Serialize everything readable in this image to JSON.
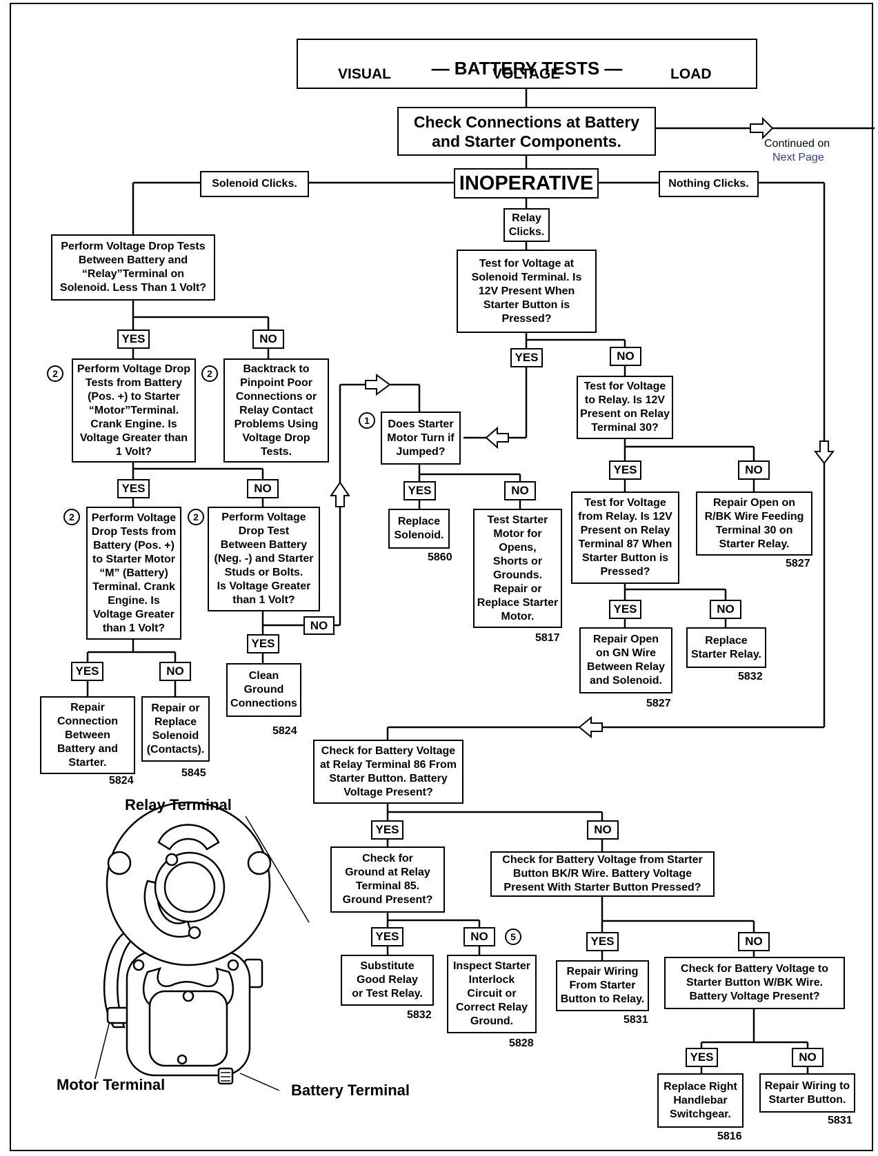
{
  "header": {
    "title": "— BATTERY TESTS —",
    "items": [
      "VISUAL",
      "VOLTAGE",
      "LOAD"
    ]
  },
  "check_connections": "Check Connections at Battery\nand Starter Components.",
  "continued": {
    "line1": "Continued on",
    "line2": "Next Page"
  },
  "inoperative": "INOPERATIVE",
  "solenoid_clicks": "Solenoid Clicks.",
  "nothing_clicks": "Nothing Clicks.",
  "relay_clicks": "Relay\nClicks.",
  "yes": "YES",
  "no": "NO",
  "step_numbers": {
    "one": "1",
    "two": "2",
    "five": "5"
  },
  "nodes": {
    "vd_relay_terminal": "Perform Voltage Drop Tests\nBetween Battery and\n“Relay”Terminal on\nSolenoid. Less Than 1 Volt?",
    "vd_motor_terminal": "Perform Voltage Drop\nTests from Battery\n(Pos. +) to Starter\n“Motor”Terminal.\nCrank Engine. Is\nVoltage Greater than\n1 Volt?",
    "backtrack": "Backtrack to\nPinpoint Poor\nConnections or\nRelay Contact\nProblems Using\nVoltage Drop\nTests.",
    "vd_m_terminal": "Perform Voltage\nDrop Tests from\nBattery (Pos. +)\nto Starter Motor\n“M” (Battery)\nTerminal. Crank\nEngine. Is\nVoltage Greater\nthan 1 Volt?",
    "vd_ground": "Perform Voltage\nDrop Test\nBetween Battery\n(Neg. -) and Starter\nStuds or Bolts.\nIs Voltage Greater\nthan 1 Volt?",
    "repair_connection": "Repair\nConnection\nBetween\nBattery and\nStarter.",
    "repair_solenoid": "Repair or\nReplace\nSolenoid\n(Contacts).",
    "clean_ground": "Clean\nGround\nConnections",
    "test_solenoid_terminal": "Test for Voltage at\nSolenoid Terminal. Is\n12V Present When\nStarter Button is\nPressed?",
    "starter_jumped": "Does Starter\nMotor Turn if\nJumped?",
    "replace_solenoid": "Replace\nSolenoid.",
    "test_starter_motor": "Test Starter\nMotor for\nOpens,\nShorts or\nGrounds.\nRepair or\nReplace Starter\nMotor.",
    "test_relay_30": "Test for Voltage\nto Relay. Is 12V\nPresent on Relay\nTerminal 30?",
    "test_relay_87": "Test for Voltage\nfrom Relay. Is 12V\nPresent on Relay\nTerminal 87 When\nStarter Button is\nPressed?",
    "repair_rbk": "Repair Open on\nR/BK Wire Feeding\nTerminal 30 on\nStarter Relay.",
    "repair_gn": "Repair Open\non GN Wire\nBetween Relay\nand Solenoid.",
    "replace_relay": "Replace\nStarter Relay.",
    "check_86": "Check for Battery Voltage\nat Relay Terminal 86 From\nStarter Button. Battery\nVoltage Present?",
    "check_85": "Check for\nGround at Relay\nTerminal 85.\nGround Present?",
    "check_bkr": "Check for Battery Voltage from Starter\nButton BK/R Wire. Battery Voltage\nPresent With Starter Button Pressed?",
    "substitute_relay": "Substitute\nGood Relay\nor Test Relay.",
    "inspect_interlock": "Inspect Starter\nInterlock\nCircuit or\nCorrect Relay\nGround.",
    "repair_wiring_relay": "Repair Wiring\nFrom Starter\nButton to Relay.",
    "check_wbk": "Check for Battery Voltage to\nStarter Button W/BK Wire.\nBattery Voltage Present?",
    "replace_switchgear": "Replace Right\nHandlebar\nSwitchgear.",
    "repair_wiring_button": "Repair Wiring to\nStarter Button."
  },
  "refs": {
    "r5824a": "5824",
    "r5845": "5845",
    "r5824b": "5824",
    "r5860": "5860",
    "r5817": "5817",
    "r5827a": "5827",
    "r5827b": "5827",
    "r5832a": "5832",
    "r5832b": "5832",
    "r5828": "5828",
    "r5831a": "5831",
    "r5831b": "5831",
    "r5816": "5816"
  },
  "illustration": {
    "relay_terminal": "Relay Terminal",
    "motor_terminal": "Motor Terminal",
    "battery_terminal": "Battery Terminal"
  },
  "colors": {
    "line": "#000000",
    "continued_link": "#2b3a8f"
  }
}
